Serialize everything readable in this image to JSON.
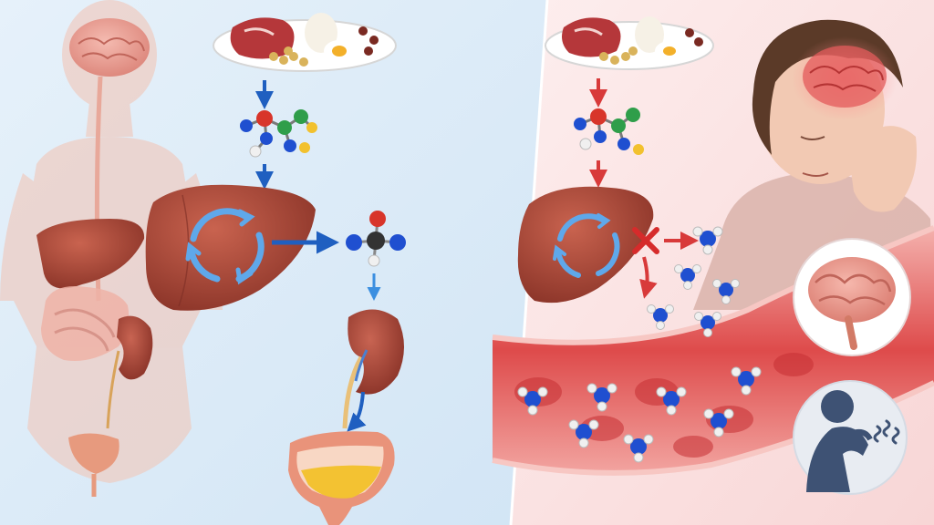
{
  "diagram": {
    "panels": [
      {
        "id": "normal",
        "state": "ammonia converted in liver cycle and excreted via kidney and bladder"
      },
      {
        "id": "impaired",
        "state": "blocked liver cycle with ammonia accumulating in blood, affecting the brain and causing symptoms"
      }
    ],
    "colors": {
      "left_background": "#dcecf8",
      "right_background": "#fbe3e3",
      "normal_arrow": "#1f5fc0",
      "impaired_arrow": "#d83a3a",
      "liver": "#a8473a",
      "kidney": "#a8463a",
      "blood": "#d94a4a",
      "bladder_fluid": "#f3c232",
      "nitrogen_atom": "#1f4fd0",
      "hydrogen_atom": "#f0f0f0",
      "block_marker": "#d62b2b"
    },
    "icons": [
      "food-plate-icon",
      "amino-acid-molecule-icon",
      "liver-icon",
      "cycle-icon",
      "urea-molecule-icon",
      "kidney-icon",
      "bladder-icon",
      "ammonia-molecule-icon",
      "blocked-x-icon",
      "brain-icon",
      "person-coughing-icon"
    ]
  }
}
